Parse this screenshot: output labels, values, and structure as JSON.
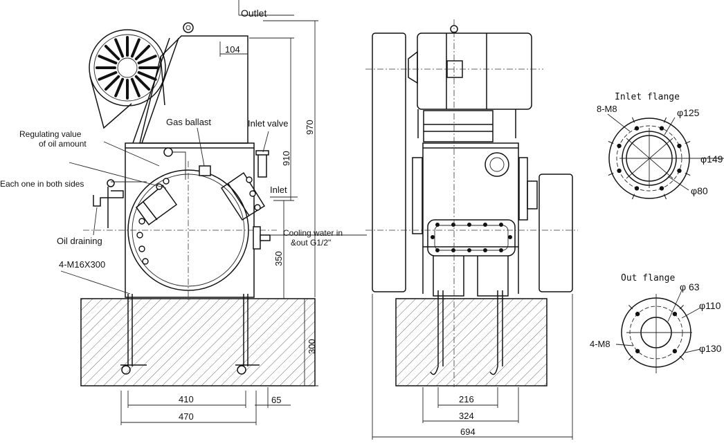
{
  "labels": {
    "outlet": "Outlet",
    "gas_ballast": "Gas ballast",
    "inlet_valve": "Inlet valve",
    "regulating_value_line1": "Regulating value",
    "regulating_value_line2": "of oil amount",
    "each_one": "Each one in both sides",
    "inlet": "Inlet",
    "oil_draining": "Oil draining",
    "cooling_water_line1": "Cooling water in",
    "cooling_water_line2": "&out G1/2\"",
    "anchor_bolt": "4-M16X300"
  },
  "dimensions": {
    "d104": "104",
    "d970": "970",
    "d910": "910",
    "d350": "350",
    "d300": "300",
    "d410": "410",
    "d470": "470",
    "d65": "65",
    "d216": "216",
    "d324": "324",
    "d694": "694"
  },
  "inlet_flange": {
    "title": "Inlet flange",
    "bolts": "8-M8",
    "d125": "φ125",
    "d149": "φ149",
    "d80": "φ80"
  },
  "out_flange": {
    "title": "Out flange",
    "d63": "φ 63",
    "d110": "φ110",
    "bolts": "4-M8",
    "d130": "φ130"
  }
}
